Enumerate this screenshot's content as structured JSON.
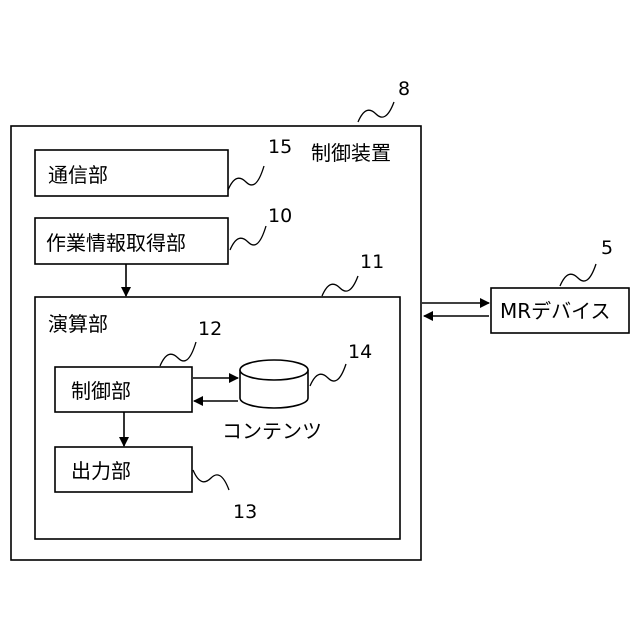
{
  "control_device": {
    "label": "制御装置",
    "ref": "8"
  },
  "communication_unit": {
    "label": "通信部",
    "ref": "15"
  },
  "work_info_unit": {
    "label": "作業情報取得部",
    "ref": "10"
  },
  "computation_unit": {
    "label": "演算部",
    "ref": "11"
  },
  "control_unit": {
    "label": "制御部",
    "ref": "12"
  },
  "output_unit": {
    "label": "出力部",
    "ref": "13"
  },
  "contents_store": {
    "label": "コンテンツ",
    "ref": "14"
  },
  "mr_device": {
    "label": "MRデバイス",
    "ref": "5"
  }
}
